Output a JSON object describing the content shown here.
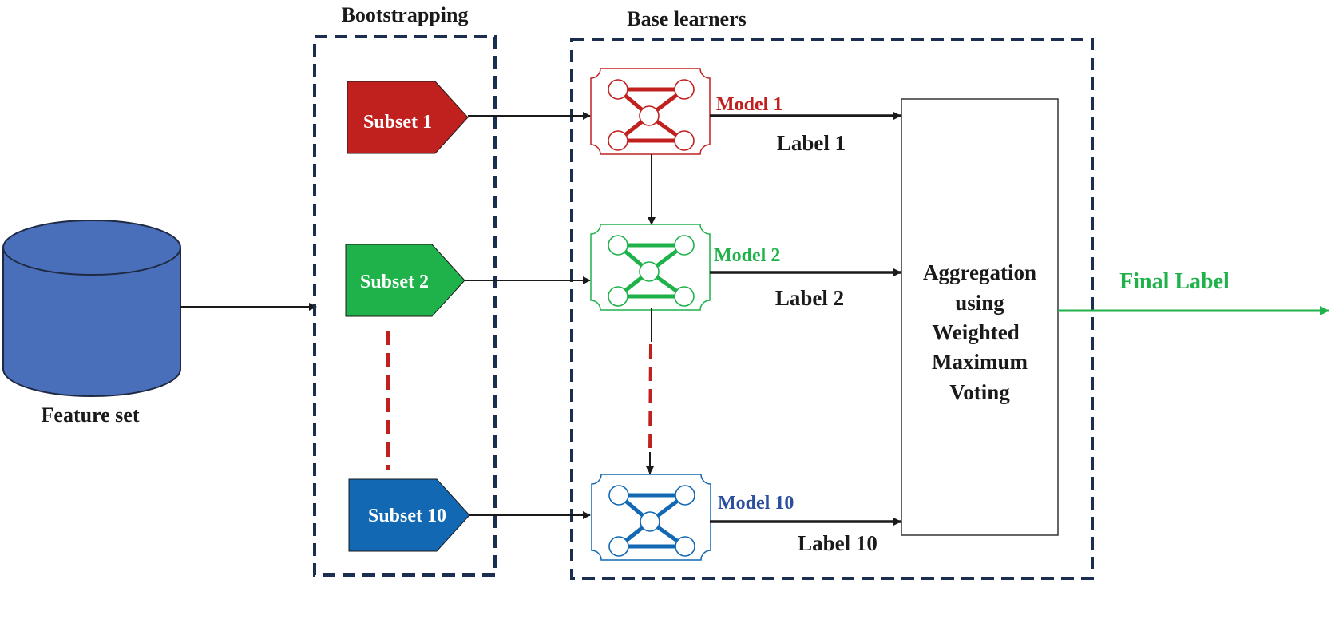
{
  "feature_set": {
    "label": "Feature set",
    "fill": "#4a6fba",
    "stroke": "#1f2a44"
  },
  "bootstrapping": {
    "title": "Bootstrapping"
  },
  "base_learners": {
    "title": "Base learners"
  },
  "subsets": [
    {
      "label": "Subset 1",
      "color": "#c0211f"
    },
    {
      "label": "Subset 2",
      "color": "#1fb24a"
    },
    {
      "label": "Subset 10",
      "color": "#1268b3"
    }
  ],
  "models": [
    {
      "label": "Model 1",
      "color": "#c0211f"
    },
    {
      "label": "Model 2",
      "color": "#1fb24a"
    },
    {
      "label": "Model 10",
      "color": "#2a4f9e"
    }
  ],
  "labels": [
    "Label 1",
    "Label 2",
    "Label 10"
  ],
  "aggregation": {
    "lines": [
      "Aggregation",
      "using",
      "Weighted",
      "Maximum",
      "Voting"
    ]
  },
  "final": {
    "label": "Final Label",
    "color": "#1fb24a"
  },
  "colors": {
    "dashed_box": "#1c2e4f",
    "ellipsis": "#c0211f",
    "arrow": "#1a1a1a",
    "text": "#1a1a1a",
    "model1_icon": "#c0211f",
    "model2_icon": "#1fb24a",
    "model10_icon": "#1268b3"
  }
}
